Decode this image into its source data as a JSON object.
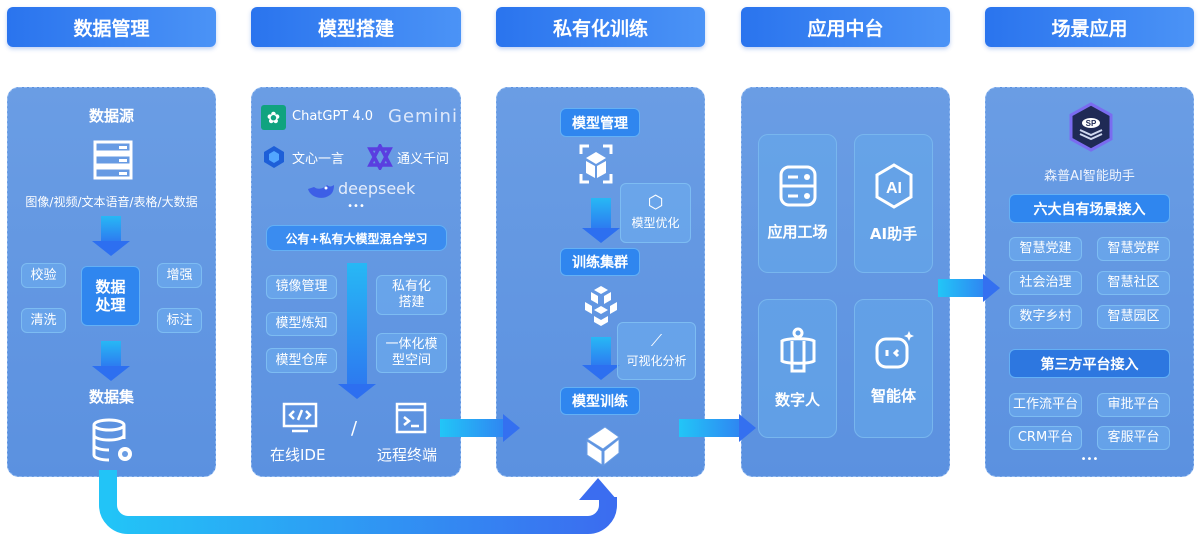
{
  "headers": [
    "数据管理",
    "模型搭建",
    "私有化训练",
    "应用中台",
    "场景应用"
  ],
  "data_mgmt": {
    "source": "数据源",
    "types": "图像/视频/文本语音/表格/大数据",
    "process": "数据处理",
    "ops": [
      "校验",
      "清洗",
      "增强",
      "标注"
    ],
    "dataset": "数据集"
  },
  "model_build": {
    "models": [
      "ChatGPT 4.0",
      "Gemini",
      "文心一言",
      "通义千问",
      "deepseek"
    ],
    "more": "•••",
    "hybrid": "公有+私有大模型混合学习",
    "left": [
      "镜像管理",
      "模型炼知",
      "模型仓库"
    ],
    "right": [
      "私有化搭建",
      "一体化模型空间"
    ],
    "ide": "在线IDE",
    "sep": "/",
    "terminal": "远程终端"
  },
  "training": {
    "steps": [
      "模型管理",
      "训练集群",
      "模型训练"
    ],
    "optimize": "模型优化",
    "visual": "可视化分析"
  },
  "platform": {
    "tiles": [
      "应用工场",
      "AI助手",
      "数字人",
      "智能体"
    ]
  },
  "scenes": {
    "logo": "SP",
    "assistant": "森普AI智能助手",
    "own_title": "六大自有场景接入",
    "own": [
      "智慧党建",
      "智慧党群",
      "社会治理",
      "智慧社区",
      "数字乡村",
      "智慧园区"
    ],
    "third_title": "第三方平台接入",
    "third": [
      "工作流平台",
      "审批平台",
      "CRM平台",
      "客服平台"
    ],
    "more": "•••"
  }
}
